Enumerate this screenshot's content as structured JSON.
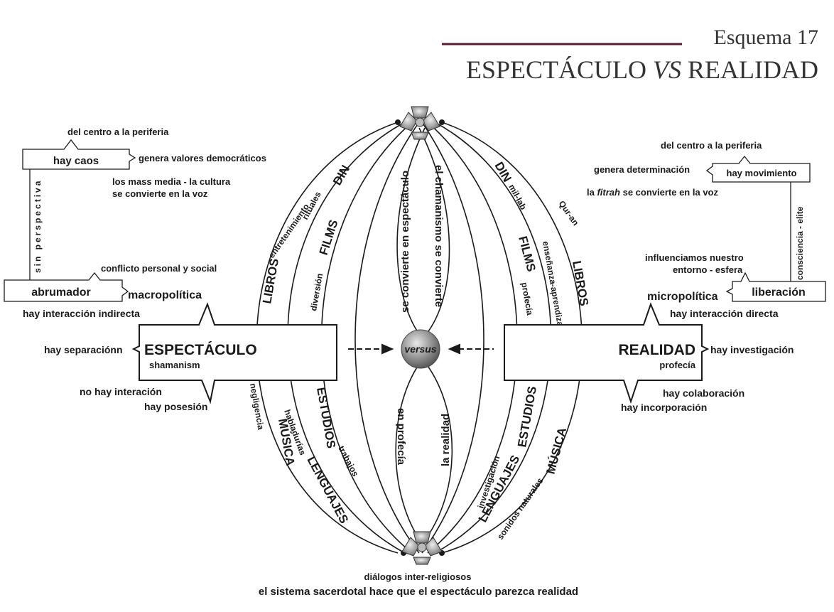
{
  "header": {
    "esquema": "Esquema 17",
    "title_left": "ESPECTÁCULO",
    "title_vs": "VS",
    "title_right": "REALIDAD"
  },
  "left": {
    "top_box": "hay caos",
    "top_above": "del centro a la periferia",
    "top_right": "genera valores democráticos",
    "top_below_1": "los mass media - la cultura",
    "top_below_2": "se convierte en la voz",
    "side_vertical": "sin perspectiva",
    "lower_box": "abrumador",
    "lower_above": "conflicto personal y social",
    "lower_right": "macropolítica",
    "main_box": "ESPECTÁCULO",
    "main_sub": "shamanism",
    "above_main": "hay interacción indirecta",
    "left_of_main": "hay separaciónn",
    "below_main_1": "no hay interación",
    "below_main_2": "hay posesión"
  },
  "right": {
    "top_box": "hay movimiento",
    "top_above": "del centro a la periferia",
    "top_left": "genera determinación",
    "top_below_prefix": "la",
    "top_below_italic": "fitrah",
    "top_below_suffix": "se convierte en la voz",
    "side_vertical": "consciencia - elite",
    "above_lower_1": "influenciamos nuestro",
    "above_lower_2": "entorno - esfera",
    "lower_box": "liberación",
    "lower_left": "micropolítica",
    "main_box": "REALIDAD",
    "main_sub": "profecía",
    "above_main": "hay interacción directa",
    "right_of_main": "hay investigación",
    "below_main_1": "hay colaboración",
    "below_main_2": "hay incorporación"
  },
  "center": {
    "node": "versus",
    "inner_up_left": "se convierte en espectáculo",
    "inner_up_right": "el chamanismo se convierte",
    "inner_low_left": "en profecía",
    "inner_low_right": "la realidad"
  },
  "left_arcs": {
    "libros": "LIBROS",
    "entretenimiento": "entretenimiento",
    "rituales": "rituales",
    "din": "DIN",
    "films": "FILMS",
    "diversion": "diversión",
    "musica": "MÚSICA",
    "negligencia": "negligencia",
    "habladurias": "habladurías",
    "estudios": "ESTUDIOS",
    "lenguajes": "LENGUAJES",
    "trabajos": "trabajos"
  },
  "right_arcs": {
    "din": "DIN",
    "milflab": "mil-lab",
    "quran": "Qur-an",
    "films": "FILMS",
    "ensenanza": "enseñanza-aprendizaje",
    "libros": "LIBROS",
    "profecia": "profecía",
    "estudios": "ESTUDIOS",
    "investigacion": "investigación",
    "lenguajes": "LENGUAJES",
    "musica": "MÚSICA",
    "sonidos": "sonidos naturales"
  },
  "footer": {
    "line1": "diálogos inter-religiosos",
    "line2": "el sistema sacerdotal hace que el espectáculo parezca realidad"
  },
  "colors": {
    "rule": "#5a1a2e",
    "line": "#1a1a1a",
    "sphere": "#8a8a8a"
  },
  "icons": [
    "top-emblem-icon",
    "bottom-emblem-icon",
    "versus-sphere-icon"
  ]
}
